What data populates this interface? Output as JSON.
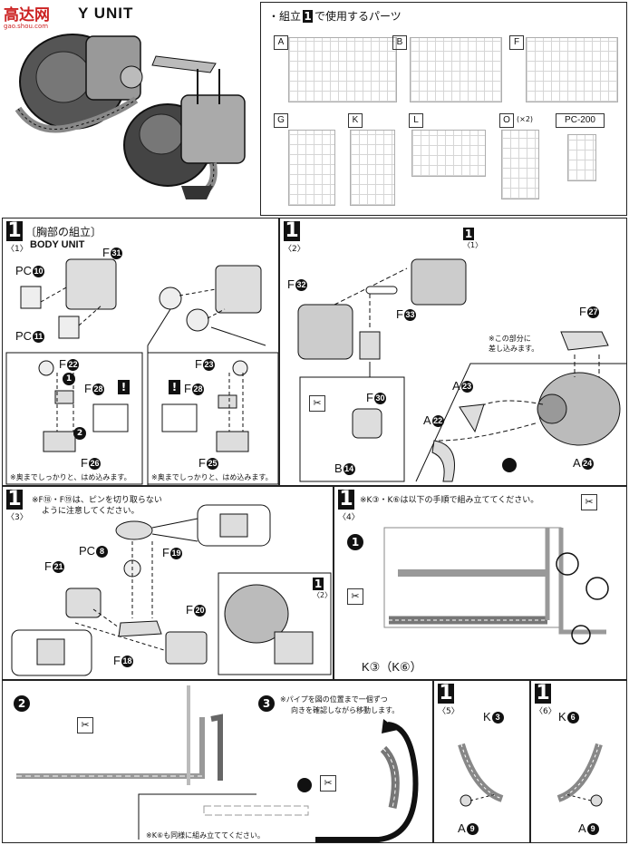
{
  "header": {
    "watermark": "高达网",
    "watermark_url": "gao.shou.com",
    "title": "Y UNIT"
  },
  "parts_list": {
    "heading_pre": "・組立",
    "heading_step": "1",
    "heading_post": "で使用するパーツ",
    "runners": [
      {
        "id": "A",
        "qty": ""
      },
      {
        "id": "B",
        "qty": ""
      },
      {
        "id": "F",
        "qty": ""
      },
      {
        "id": "G",
        "qty": ""
      },
      {
        "id": "K",
        "qty": ""
      },
      {
        "id": "L",
        "qty": ""
      },
      {
        "id": "O",
        "qty": "(×2)"
      },
      {
        "id": "PC-200",
        "qty": ""
      }
    ]
  },
  "step1_1": {
    "step": "1",
    "sub": "〈1〉",
    "title": "〔胸部の組立〕",
    "subtitle": "BODY UNIT",
    "labels": {
      "f31": "F",
      "f31n": "31",
      "pc10": "PC",
      "pc10n": "10",
      "pc11": "PC",
      "pc11n": "11",
      "f22": "F",
      "f22n": "22",
      "f28a": "F",
      "f28an": "28",
      "f26": "F",
      "f26n": "26",
      "f23": "F",
      "f23n": "23",
      "f28b": "F",
      "f28bn": "28",
      "f25": "F",
      "f25n": "25"
    },
    "note_left": "※奥までしっかりと、はめ込みます。",
    "note_right": "※奥までしっかりと、はめ込みます。"
  },
  "step1_2": {
    "step": "1",
    "sub": "〈2〉",
    "ref_step": "1",
    "ref_sub": "〈1〉",
    "labels": {
      "f32": "F",
      "f32n": "32",
      "f33": "F",
      "f33n": "33",
      "f27": "F",
      "f27n": "27",
      "f30": "F",
      "f30n": "30",
      "b14": "B",
      "b14n": "14",
      "a23": "A",
      "a23n": "23",
      "a22": "A",
      "a22n": "22",
      "a24": "A",
      "a24n": "24"
    },
    "note": "※この部分に\n差し込みます。"
  },
  "step1_3": {
    "step": "1",
    "sub": "〈3〉",
    "ref_step": "1",
    "ref_sub": "〈2〉",
    "note_line1": "※F⑱・F⑲は、ピンを切り取らない",
    "note_line2": "ように注意してください。",
    "labels": {
      "pc8": "PC",
      "pc8n": "8",
      "f19": "F",
      "f19n": "19",
      "f21": "F",
      "f21n": "21",
      "f20": "F",
      "f20n": "20",
      "f18": "F",
      "f18n": "18"
    }
  },
  "step1_4": {
    "step": "1",
    "sub": "〈4〉",
    "note": "※K③・K⑥は以下の手順で組み立ててください。",
    "label": "K③（K⑥）"
  },
  "bottom": {
    "step2_num": "2",
    "step3_num": "3",
    "step3_note1": "※パイプを図の位置まで一個ずつ",
    "step3_note2": "向きを確認しながら移動します。",
    "bottom_note": "※K⑥も同様に組み立ててください。",
    "step5": {
      "step": "1",
      "sub": "〈5〉",
      "top": "K",
      "topn": "3",
      "bot": "A",
      "botn": "9"
    },
    "step6": {
      "step": "1",
      "sub": "〈6〉",
      "top": "K",
      "topn": "6",
      "bot": "A",
      "botn": "9"
    }
  }
}
